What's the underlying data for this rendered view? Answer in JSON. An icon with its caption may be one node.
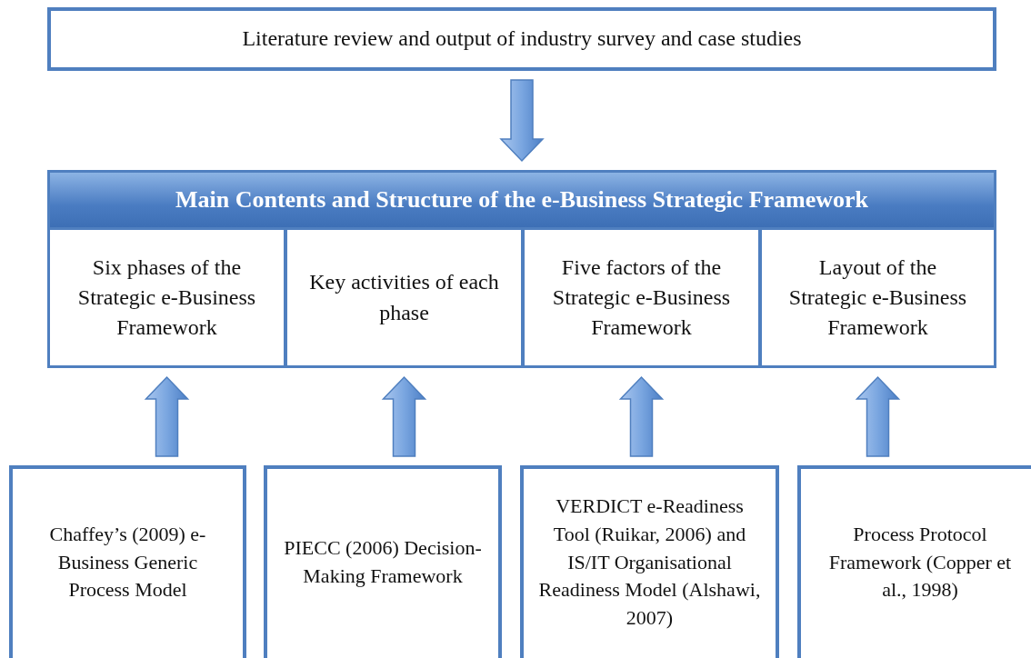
{
  "diagram": {
    "nodes": [
      {
        "text": [
          "Literature review and output of industry survey and case studies"
        ]
      },
      {
        "text": [
          "Main Contents and Structure of the e-Business Strategic Framework"
        ]
      },
      {
        "text": [
          "Six phases of the Strategic e-Business Framework"
        ],
        "in": 1
      },
      {
        "text": [
          "Key activities of each phase"
        ],
        "in": 1
      },
      {
        "text": [
          "Five factors of the Strategic e-Business Framework"
        ],
        "in": 1
      },
      {
        "text": [
          "Layout of the Strategic e-Business Framework"
        ],
        "in": 1
      },
      {
        "text": [
          "Chaffey’s (2009) e-Business Generic Process Model"
        ]
      },
      {
        "text": [
          "PIECC (2006) Decision-Making Framework"
        ]
      },
      {
        "text": [
          "VERDICT e-Readiness Tool (Ruikar, 2006) and IS/IT Organisational Readiness Model (Alshawi, 2007)"
        ]
      },
      {
        "text": [
          "Process Protocol Framework (Copper et al., 1998)"
        ]
      }
    ],
    "edges": [
      {
        "from": 0,
        "to": 1,
        "arrow": "to"
      },
      {
        "from": 6,
        "to": 2,
        "arrow": "to"
      },
      {
        "from": 7,
        "to": 3,
        "arrow": "to"
      },
      {
        "from": 8,
        "to": 4,
        "arrow": "to"
      },
      {
        "from": 9,
        "to": 5,
        "arrow": "to"
      }
    ]
  }
}
